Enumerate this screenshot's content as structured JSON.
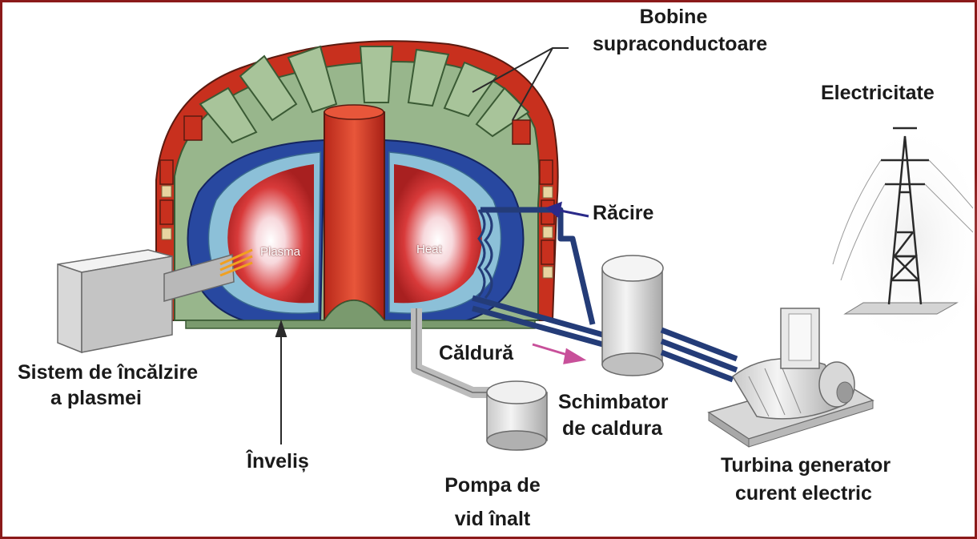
{
  "labels": {
    "coils_line1": "Bobine",
    "coils_line2": "supraconductoare",
    "electricity": "Electricitate",
    "cooling": "Răcire",
    "plasma": "Plasma",
    "heat_inner": "Heat",
    "heating_line1": "Sistem de încălzire",
    "heating_line2": "a plasmei",
    "heat_flow": "Căldură",
    "exchanger_line1": "Schimbator",
    "exchanger_line2": "de caldura",
    "blanket": "Înveliș",
    "pump_line1": "Pompa de",
    "pump_line2": "vid înalt",
    "turbine_line1": "Turbina generator",
    "turbine_line2": "curent electric"
  },
  "colors": {
    "frame": "#8b1a1a",
    "coil_red": "#c8301e",
    "structure_green": "#98b68c",
    "blanket_blue": "#2848a0",
    "pipe_blue": "#243c78",
    "plasma_red": "#d23a2a",
    "heat_arrow": "#c8509a"
  }
}
